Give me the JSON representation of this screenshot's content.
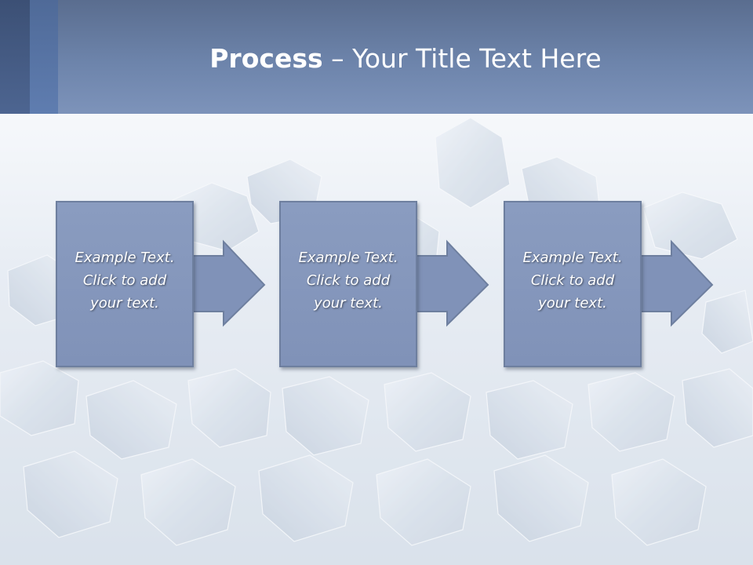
{
  "slide": {
    "title_bold": "Process",
    "title_rest": " – Your Title Text Here",
    "steps": [
      {
        "text": "Example Text.\nClick  to add\nyour text."
      },
      {
        "text": "Example Text.\nClick  to add\nyour text."
      },
      {
        "text": "Example Text.\nClick  to add\nyour text."
      }
    ]
  },
  "colors": {
    "title_bar": "#6d84ab",
    "box_fill": "#8092b8",
    "box_border": "#6e7f9f",
    "text": "#ffffff"
  }
}
